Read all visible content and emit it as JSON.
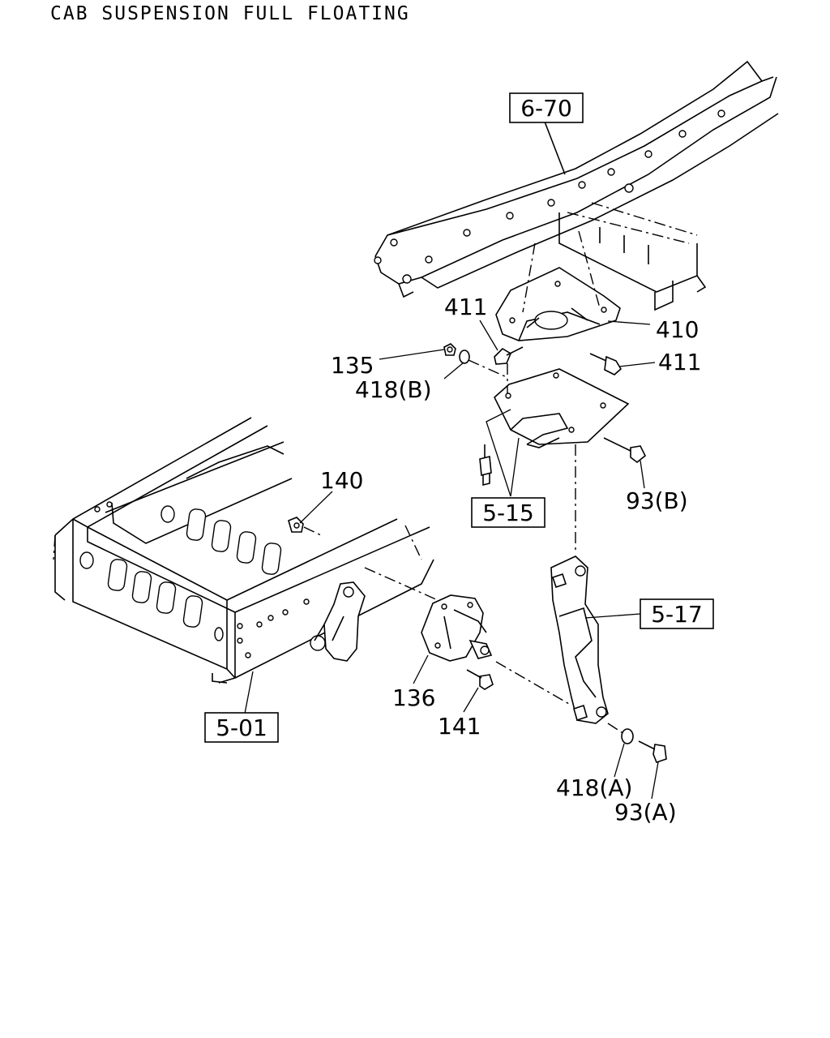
{
  "title": "CAB SUSPENSION FULL FLOATING",
  "callouts": {
    "p410": "410",
    "p411a": "411",
    "p411b": "411",
    "p135": "135",
    "p418b": "418(B)",
    "p140": "140",
    "p93b": "93(B)",
    "p136": "136",
    "p141": "141",
    "p418a": "418(A)",
    "p93a": "93(A)"
  },
  "refs": {
    "r670": "6-70",
    "r515": "5-15",
    "r517": "5-17",
    "r501": "5-01"
  }
}
